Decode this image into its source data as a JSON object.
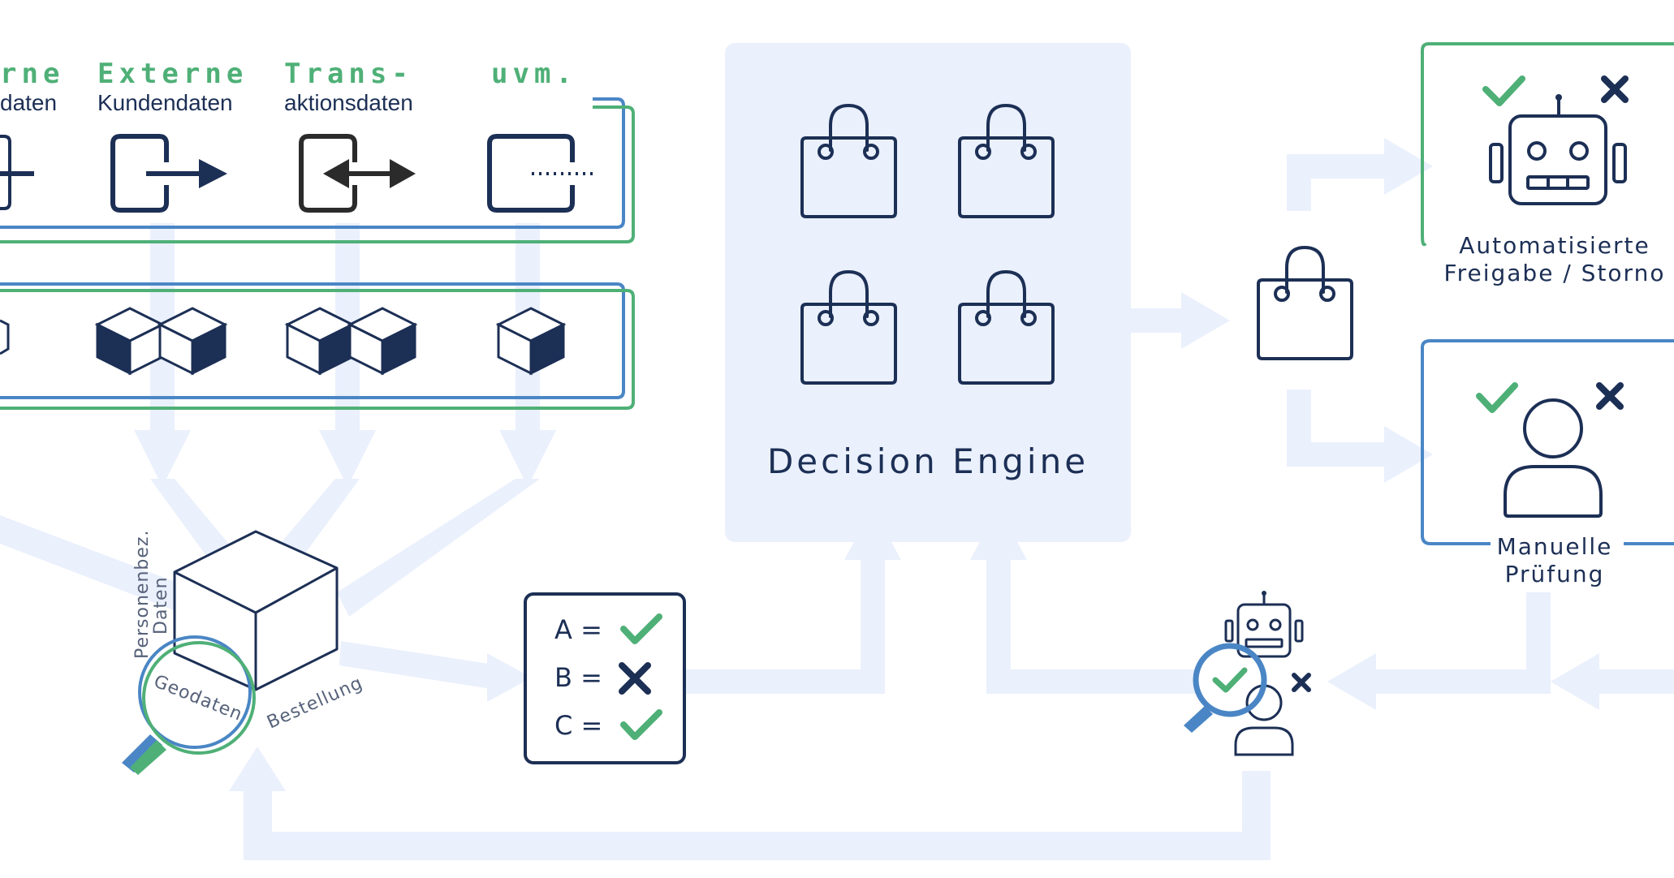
{
  "sources": [
    {
      "title": "rne",
      "subtitle": "daten"
    },
    {
      "title": "Externe",
      "subtitle": "Kundendaten"
    },
    {
      "title": "Trans-",
      "subtitle": "aktionsdaten"
    },
    {
      "title": "uvm.",
      "subtitle": ""
    }
  ],
  "cube_labels": {
    "personal": "Personenbez.",
    "personal_2": "Daten",
    "geo": "Geodaten",
    "order": "Bestellung"
  },
  "checklist": [
    {
      "letter": "A =",
      "result": "check"
    },
    {
      "letter": "B =",
      "result": "cross"
    },
    {
      "letter": "C =",
      "result": "check"
    }
  ],
  "engine": {
    "title": "Decision Engine"
  },
  "outcomes": {
    "automated_line1": "Automatisierte",
    "automated_line2": "Freigabe / Storno",
    "manual_line1": "Manuelle",
    "manual_line2": "Prüfung"
  },
  "colors": {
    "navy": "#1c2f55",
    "green": "#4fb077",
    "blue": "#4a86c5",
    "flow": "#eaf0fc"
  },
  "icons": [
    "login-icon",
    "transfer-icon",
    "more-icon",
    "cube-icon",
    "shopping-bag-icon",
    "robot-icon",
    "person-icon",
    "magnifier-icon",
    "check-icon",
    "cross-icon"
  ]
}
